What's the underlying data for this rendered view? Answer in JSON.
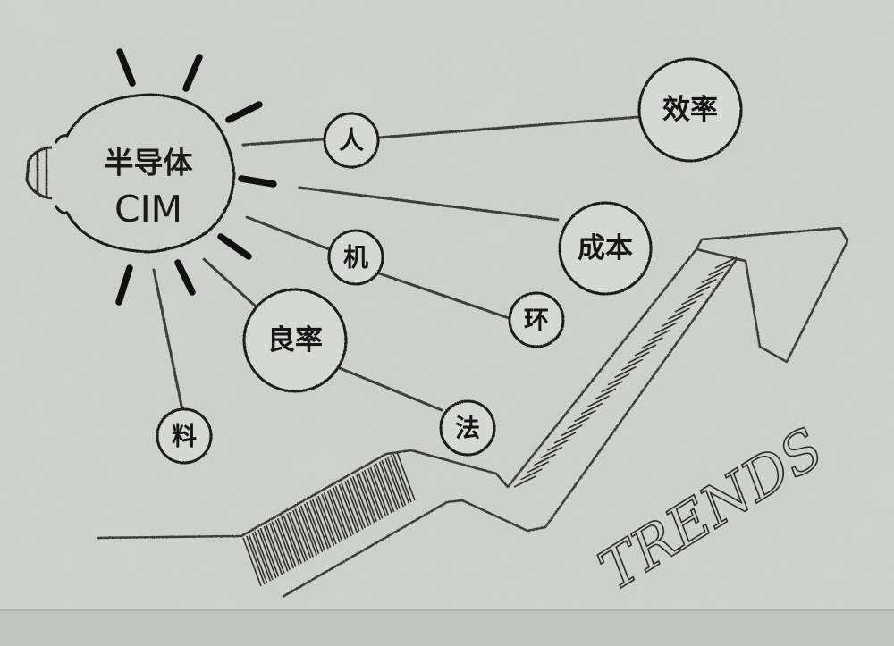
{
  "bulb": {
    "line1": "半导体",
    "line2": "CIM"
  },
  "nodes": {
    "person": "人",
    "efficiency": "效率",
    "cost": "成本",
    "machine": "机",
    "environment": "环",
    "yield": "良率",
    "material": "料",
    "method": "法"
  },
  "trends_label": "TRENDS",
  "colors": {
    "wall": "#cfd2cd",
    "floor": "#c4c6c3",
    "ink": "#161616",
    "line": "#3c3c3c"
  }
}
